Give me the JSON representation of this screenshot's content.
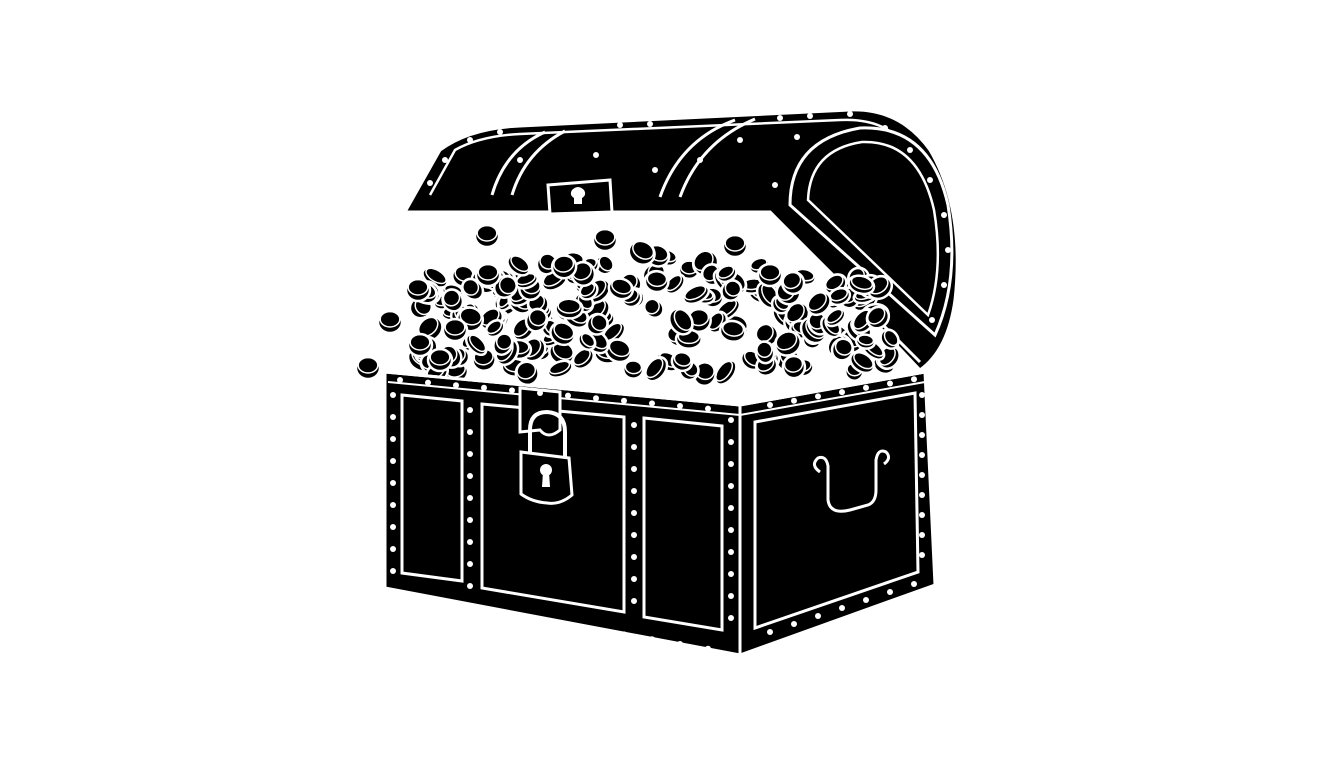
{
  "image": {
    "subject": "treasure-chest",
    "style": "black-and-white silhouette with white outlines",
    "colors": {
      "background": "#ffffff",
      "fill": "#000000",
      "line": "#ffffff"
    }
  },
  "illustration": {
    "lid_state": "open",
    "contents": "coins",
    "has_padlock": true,
    "has_side_handle": true
  }
}
